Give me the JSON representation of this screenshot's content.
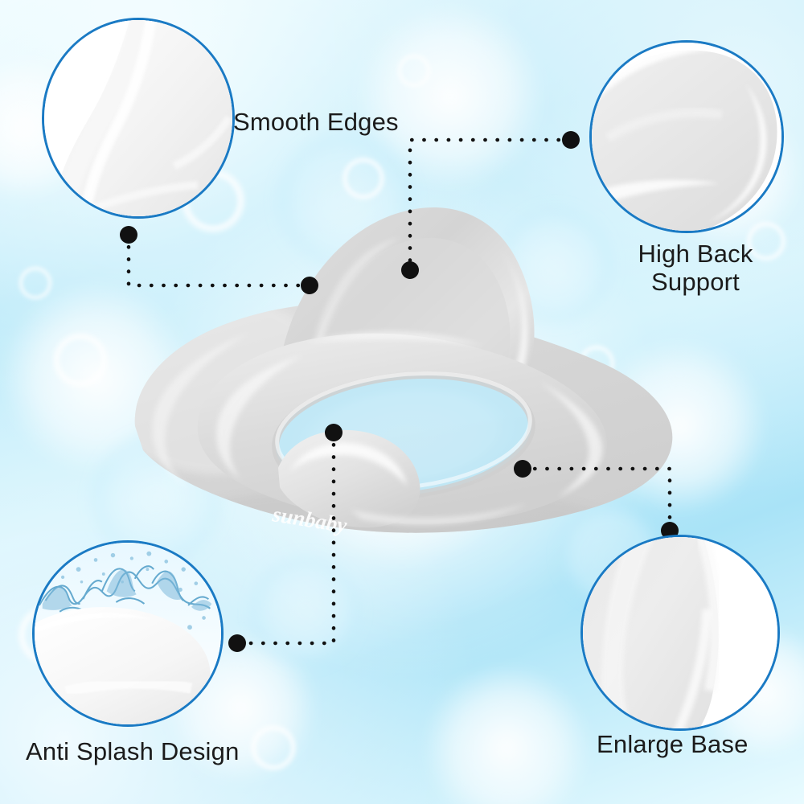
{
  "page": {
    "title": "Baby Potty Training Toilet Seat Feature Infographic",
    "background_color": "#b9e9f9",
    "accent_color": "#1a7ac4",
    "text_color": "#1b1b1b"
  },
  "product": {
    "name": "baby-potty-training-seat",
    "brand_logo_text": "sunbaby",
    "body_color": "#dcdcdc",
    "highlight_color": "#ffffff"
  },
  "features": [
    {
      "id": "smooth-edges",
      "label": "Smooth Edges",
      "callout_name": "smooth-edges-closeup",
      "callout_position": "top-left",
      "ring_color": "#1a7ac4"
    },
    {
      "id": "high-back-support",
      "label": "High Back\nSupport",
      "callout_name": "high-back-support-closeup",
      "callout_position": "top-right",
      "ring_color": "#1a7ac4"
    },
    {
      "id": "anti-splash-design",
      "label": "Anti Splash Design",
      "callout_name": "anti-splash-closeup",
      "callout_position": "bottom-left",
      "ring_color": "#1a7ac4",
      "water_color": "#63a9cf"
    },
    {
      "id": "enlarge-base",
      "label": "Enlarge Base",
      "callout_name": "enlarge-base-closeup",
      "callout_position": "bottom-right",
      "ring_color": "#1a7ac4"
    }
  ],
  "connectors": {
    "dot_color": "#111111",
    "items": [
      {
        "id": "smooth-edges-connector",
        "from": "top-left-circle",
        "to": "seat-rim-left"
      },
      {
        "id": "high-back-support-connector",
        "from": "top-right-circle",
        "to": "backrest"
      },
      {
        "id": "anti-splash-connector",
        "from": "bottom-left-circle",
        "to": "splash-guard"
      },
      {
        "id": "enlarge-base-connector",
        "from": "bottom-right-circle",
        "to": "base-edge"
      }
    ]
  }
}
